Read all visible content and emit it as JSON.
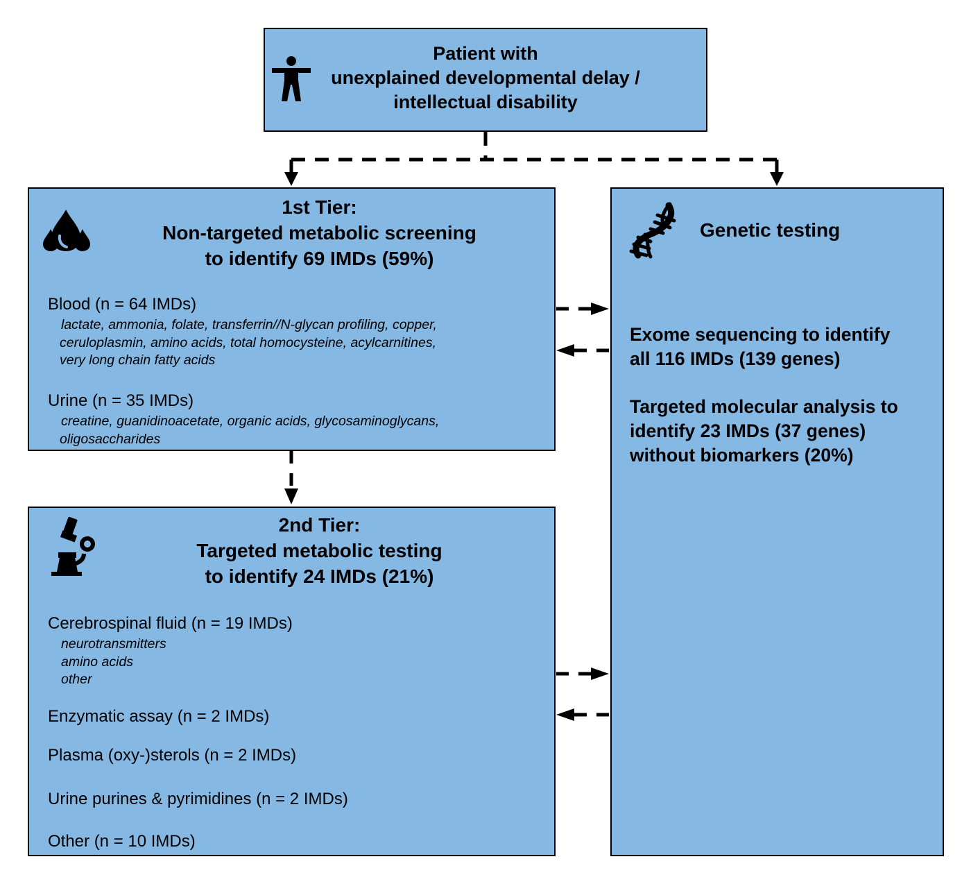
{
  "patient": {
    "line1": "Patient with",
    "line2": "unexplained developmental delay /",
    "line3": "intellectual disability",
    "icon": "person-icon"
  },
  "tier1": {
    "title1": "1st Tier:",
    "title2": "Non-targeted metabolic screening",
    "title3": "to identify 69 IMDs (59%)",
    "icon": "blood-drop-icon",
    "blood_label": "Blood (n = 64 IMDs)",
    "blood_items": [
      "lactate, ammonia, folate, transferrin//N-glycan profiling, copper,",
      "ceruloplasmin, amino acids, total homocysteine, acylcarnitines,",
      "very long chain fatty acids"
    ],
    "urine_label": "Urine (n = 35 IMDs)",
    "urine_items": [
      "creatine, guanidinoacetate, organic acids, glycosaminoglycans,",
      "oligosaccharides"
    ]
  },
  "tier2": {
    "title1": "2nd Tier:",
    "title2": "Targeted metabolic testing",
    "title3": "to identify 24 IMDs (21%)",
    "icon": "microscope-icon",
    "csf_label": "Cerebrospinal fluid (n =  19 IMDs)",
    "csf_items": [
      "neurotransmitters",
      "amino acids",
      "other"
    ],
    "enzymatic": "Enzymatic assay (n = 2 IMDs)",
    "sterols": "Plasma (oxy-)sterols (n = 2 IMDs)",
    "purines": "Urine purines & pyrimidines (n = 2 IMDs)",
    "other": "Other (n = 10 IMDs)"
  },
  "genetic": {
    "title": "Genetic testing",
    "icon": "dna-icon",
    "exome_1": "Exome sequencing to identify",
    "exome_2": "all 116 IMDs (139 genes)",
    "targeted_1": "Targeted molecular analysis to",
    "targeted_2": "identify 23 IMDs (37 genes)",
    "targeted_3": "without biomarkers (20%)"
  }
}
